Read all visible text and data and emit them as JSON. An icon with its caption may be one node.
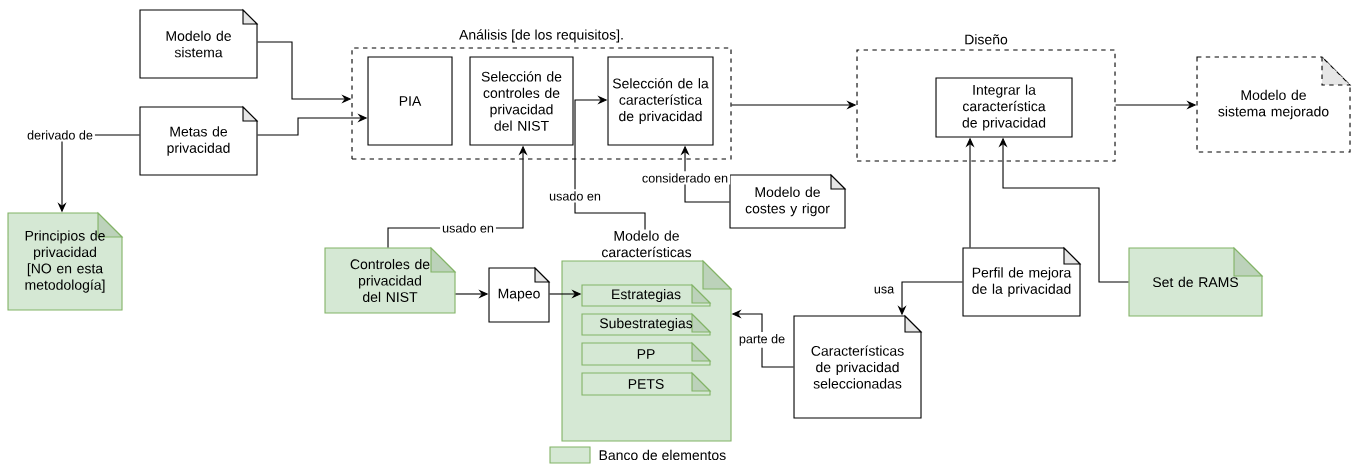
{
  "diagram": {
    "nodes": [
      {
        "text": [
          "Modelo de sistema"
        ]
      },
      {
        "text": [
          "Metas de privacidad"
        ]
      },
      {
        "text": [
          "Análisis [de los requisitos]."
        ]
      },
      {
        "text": [
          "PIA"
        ],
        "in": 2
      },
      {
        "text": [
          "Selección de controles de privacidad del NIST"
        ],
        "in": 2
      },
      {
        "text": [
          "Selección de la característica de privacidad"
        ],
        "in": 2
      },
      {
        "text": [
          "Diseño"
        ]
      },
      {
        "text": [
          "Integrar la característica de privacidad"
        ],
        "in": 6
      },
      {
        "text": [
          "Modelo de sistema mejorado"
        ]
      },
      {
        "text": [
          "Modelo de costes y rigor"
        ]
      },
      {
        "text": [
          "Principios de privacidad [NO en esta metodología]"
        ]
      },
      {
        "text": [
          "Controles de privacidad del NIST"
        ]
      },
      {
        "text": [
          "Mapeo"
        ]
      },
      {
        "text": [
          "Modelo de características"
        ]
      },
      {
        "text": [
          "Estrategias"
        ],
        "in": 13
      },
      {
        "text": [
          "Subestrategias"
        ],
        "in": 13
      },
      {
        "text": [
          "PP"
        ],
        "in": 13
      },
      {
        "text": [
          "PETS"
        ],
        "in": 13
      },
      {
        "text": [
          "Características de privacidad seleccionadas"
        ]
      },
      {
        "text": [
          "Perfil de mejora de la privacidad"
        ]
      },
      {
        "text": [
          "Set de RAMS"
        ]
      }
    ],
    "edges": [
      {
        "from": 0,
        "to": 2,
        "arrow": "to"
      },
      {
        "from": 1,
        "to": 3,
        "arrow": "to"
      },
      {
        "from": 1,
        "to": 10,
        "arrow": "to",
        "label": "derivado de"
      },
      {
        "from": 11,
        "to": 4,
        "arrow": "to",
        "label": "usado en"
      },
      {
        "from": 13,
        "to": 5,
        "arrow": "to",
        "label": "usado en"
      },
      {
        "from": 9,
        "to": 5,
        "arrow": "to",
        "label": "considerado en"
      },
      {
        "from": 2,
        "to": 6,
        "arrow": "to"
      },
      {
        "from": 6,
        "to": 8,
        "arrow": "to"
      },
      {
        "from": 11,
        "to": 12,
        "arrow": "to"
      },
      {
        "from": 12,
        "to": 14,
        "arrow": "to"
      },
      {
        "from": 18,
        "to": 13,
        "arrow": "to",
        "label": "parte de"
      },
      {
        "from": 19,
        "to": 18,
        "arrow": "to",
        "label": "usa"
      },
      {
        "from": 19,
        "to": 7,
        "arrow": "to"
      },
      {
        "from": 20,
        "to": 7,
        "arrow": "to"
      }
    ],
    "legend": [
      {
        "text": "Banco de elementos",
        "color": "#d5e8d4"
      }
    ]
  }
}
